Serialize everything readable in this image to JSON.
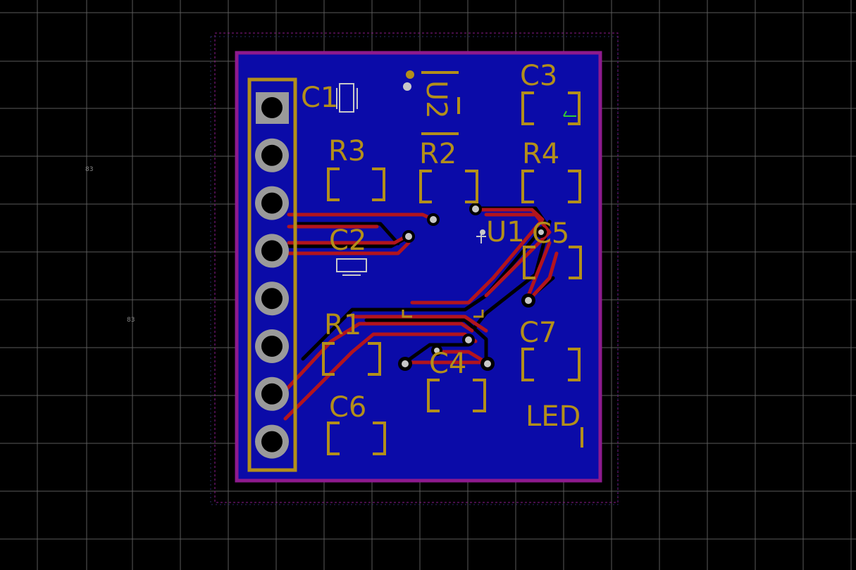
{
  "colors": {
    "background": "#000000",
    "grid": "#5a5a5a",
    "board_fill": "#0b0ba8",
    "board_outline": "#8e1a8e",
    "silkscreen": "#b38f1a",
    "top_trace": "#b3141d",
    "bottom_trace": "#000000",
    "via_ring": "#c8c8c8",
    "pad": "#9a9a9a",
    "edge_dashed": "#8e1a8e",
    "green_marker": "#33cc33"
  },
  "components": [
    {
      "ref": "C1"
    },
    {
      "ref": "U2"
    },
    {
      "ref": "C3"
    },
    {
      "ref": "R3"
    },
    {
      "ref": "R2"
    },
    {
      "ref": "R4"
    },
    {
      "ref": "C2"
    },
    {
      "ref": "U1"
    },
    {
      "ref": "C5"
    },
    {
      "ref": "R1"
    },
    {
      "ref": "C7"
    },
    {
      "ref": "C4"
    },
    {
      "ref": "C6"
    },
    {
      "ref": "LED"
    }
  ],
  "header": {
    "pin_count": 8
  }
}
